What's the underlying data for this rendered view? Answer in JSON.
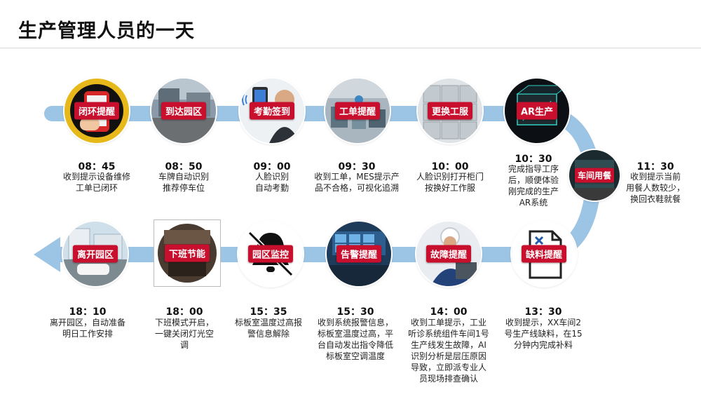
{
  "page": {
    "title": "生产管理人员的一天"
  },
  "colors": {
    "track": "#9cc4e4",
    "label_bg": "#c8102e"
  },
  "steps": [
    {
      "label": "闭环提醒",
      "time": "08：45",
      "desc": [
        "收到提示设备维修",
        "工单已闭环"
      ],
      "icon": "phone-hand-icon"
    },
    {
      "label": "到达园区",
      "time": "08：50",
      "desc": [
        "车牌自动识别",
        "推荐停车位"
      ],
      "icon": "parking-gate-icon"
    },
    {
      "label": "考勤签到",
      "time": "09：00",
      "desc": [
        "人脸识别",
        "自动考勤"
      ],
      "icon": "face-scan-icon"
    },
    {
      "label": "工单提醒",
      "time": "09：30",
      "desc": [
        "收到工单，MES提示产",
        "品不合格，可视化追溯"
      ],
      "icon": "workshop-icon"
    },
    {
      "label": "更换工服",
      "time": "10：00",
      "desc": [
        "人脸识别打开柜门",
        "按换好工作服"
      ],
      "icon": "locker-icon"
    },
    {
      "label": "AR生产",
      "time": "10：30",
      "desc": [
        "完成指导工序",
        "后，顺便体验",
        "刚完成的生产",
        "AR系统"
      ],
      "icon": "ar-machine-icon"
    },
    {
      "label": "车间用餐",
      "time": "11：30",
      "desc": [
        "收到提示当前",
        "用餐人数较少，",
        "换回衣鞋就餐"
      ],
      "icon": "canteen-icon"
    },
    {
      "label": "缺料提醒",
      "time": "13：30",
      "desc": [
        "收到提示，XX车间2",
        "号生产线缺料，在15",
        "分钟内完成补料"
      ],
      "icon": "document-tools-icon"
    },
    {
      "label": "故障提醒",
      "time": "14：00",
      "desc": [
        "收到工单提示，工业",
        "听诊系统组件车间1号",
        "生产线发生故障，AI",
        "识别分析是层压原因",
        "导致，立即派专业人",
        "员现场排查确认"
      ],
      "icon": "engineer-icon"
    },
    {
      "label": "告警提醒",
      "time": "15：30",
      "desc": [
        "收到系统报警信息，",
        "标板室温度过高，平",
        "台自动发出指令降低",
        "标板室空调温度"
      ],
      "icon": "control-room-icon"
    },
    {
      "label": "园区监控",
      "time": "15：35",
      "desc": [
        "标板室温度过高报",
        "警信息解除"
      ],
      "icon": "muted-bell-icon"
    },
    {
      "label": "下班节能",
      "time": "18：00",
      "desc": [
        "下班模式开启，",
        "一键关闭灯光空",
        "调"
      ],
      "icon": "lights-off-icon"
    },
    {
      "label": "离开园区",
      "time": "18：10",
      "desc": [
        "离开园区，自动准备",
        "明日工作安排"
      ],
      "icon": "car-exit-icon"
    }
  ]
}
